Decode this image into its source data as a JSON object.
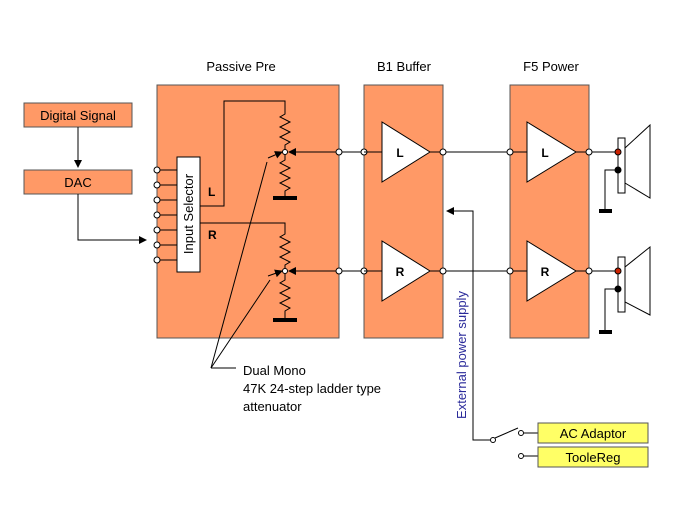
{
  "blocks": {
    "passive_pre": "Passive Pre",
    "b1_buffer": "B1 Buffer",
    "f5_power": "F5 Power"
  },
  "sources": {
    "digital_signal": "Digital Signal",
    "dac": "DAC"
  },
  "input_selector": "Input Selector",
  "channels": {
    "left": "L",
    "right": "R"
  },
  "attenuator_note": [
    "Dual Mono",
    "47K 24-step ladder type",
    "attenuator"
  ],
  "power_supply_label": "External power supply",
  "supplies": {
    "ac_adaptor": "AC Adaptor",
    "toolereg": "TooleReg"
  },
  "colors": {
    "block_fill": "#ff9966",
    "supply_fill": "#ffff66",
    "wire": "#000000",
    "power_text": "#2a2a9a"
  }
}
